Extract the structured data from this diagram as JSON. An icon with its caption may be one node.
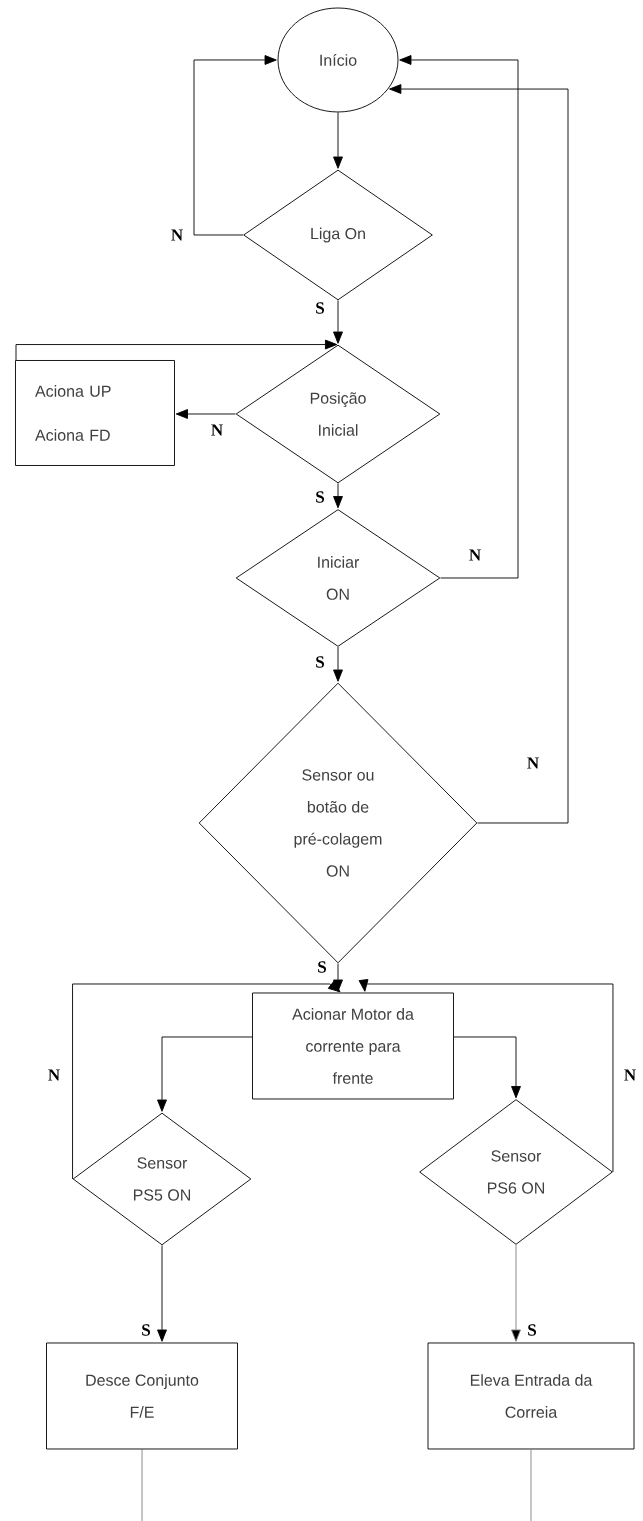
{
  "diagram": {
    "nodes": [
      {
        "text": [
          "Início"
        ]
      },
      {
        "text": [
          "Liga On"
        ]
      },
      {
        "text": [
          "Aciona UP",
          "Aciona FD"
        ]
      },
      {
        "text": [
          "Posição Inicial"
        ]
      },
      {
        "text": [
          "Iniciar ON"
        ]
      },
      {
        "text": [
          "Sensor ou botão de pré-colagem ON"
        ]
      },
      {
        "text": [
          "Acionar Motor da corrente para frente"
        ]
      },
      {
        "text": [
          "Sensor PS5 ON"
        ]
      },
      {
        "text": [
          "Sensor PS6 ON"
        ]
      },
      {
        "text": [
          "Desce Conjunto F/E"
        ]
      },
      {
        "text": [
          "Eleva Entrada da Correia"
        ]
      }
    ],
    "edges": [
      {
        "from": 0,
        "to": 1,
        "arrow": "to"
      },
      {
        "from": 1,
        "to": 0,
        "arrow": "to",
        "label": "N"
      },
      {
        "from": 1,
        "to": 3,
        "arrow": "to",
        "label": "S"
      },
      {
        "from": 3,
        "to": 2,
        "arrow": "to",
        "label": "N"
      },
      {
        "from": 2,
        "to": 3,
        "arrow": "to"
      },
      {
        "from": 3,
        "to": 4,
        "arrow": "to",
        "label": "S"
      },
      {
        "from": 4,
        "to": 0,
        "arrow": "to",
        "label": "N"
      },
      {
        "from": 4,
        "to": 5,
        "arrow": "to",
        "label": "S"
      },
      {
        "from": 5,
        "to": 0,
        "arrow": "to",
        "label": "N"
      },
      {
        "from": 5,
        "to": 6,
        "arrow": "to",
        "label": "S"
      },
      {
        "from": 6,
        "to": 7,
        "arrow": "to"
      },
      {
        "from": 6,
        "to": 8,
        "arrow": "to"
      },
      {
        "from": 7,
        "to": 6,
        "arrow": "to",
        "label": "N"
      },
      {
        "from": 8,
        "to": 6,
        "arrow": "to",
        "label": "N"
      },
      {
        "from": 7,
        "to": 9,
        "arrow": "to",
        "label": "S"
      },
      {
        "from": 8,
        "to": 10,
        "arrow": "to",
        "label": "S",
        "color": "#7f7f7f"
      },
      {
        "from": 9,
        "to": null,
        "arrow": "none"
      },
      {
        "from": 10,
        "to": null,
        "arrow": "none",
        "color": "#7f7f7f"
      }
    ]
  }
}
